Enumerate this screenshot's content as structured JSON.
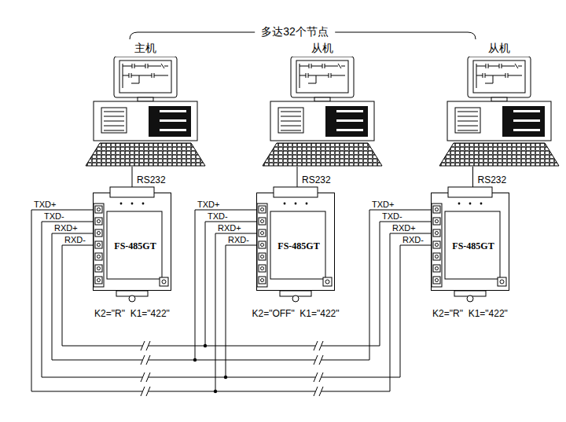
{
  "diagram": {
    "title": "多达32个节点",
    "nodes": [
      {
        "text": [
          "主机"
        ]
      },
      {
        "text": [
          "FS-485GT"
        ]
      },
      {
        "text": [
          "从机"
        ]
      },
      {
        "text": [
          "FS-485GT"
        ]
      },
      {
        "text": [
          "从机"
        ]
      },
      {
        "text": [
          "FS-485GT"
        ]
      }
    ],
    "edges": [
      {
        "from": 0,
        "to": 1,
        "label": "RS232",
        "arrow": "none"
      },
      {
        "from": 2,
        "to": 3,
        "label": "RS232",
        "arrow": "none"
      },
      {
        "from": 4,
        "to": 5,
        "label": "RS232",
        "arrow": "none"
      }
    ],
    "labels": [
      "TXD+",
      "TXD-",
      "RXD+",
      "RXD-",
      "K2=\"R\"  K1=\"422\"",
      "TXD+",
      "TXD-",
      "RXD+",
      "RXD-",
      "K2=\"OFF\"  K1=\"422\"",
      "TXD+",
      "TXD-",
      "RXD+",
      "RXD-",
      "K2=\"R\"  K1=\"422\""
    ]
  }
}
